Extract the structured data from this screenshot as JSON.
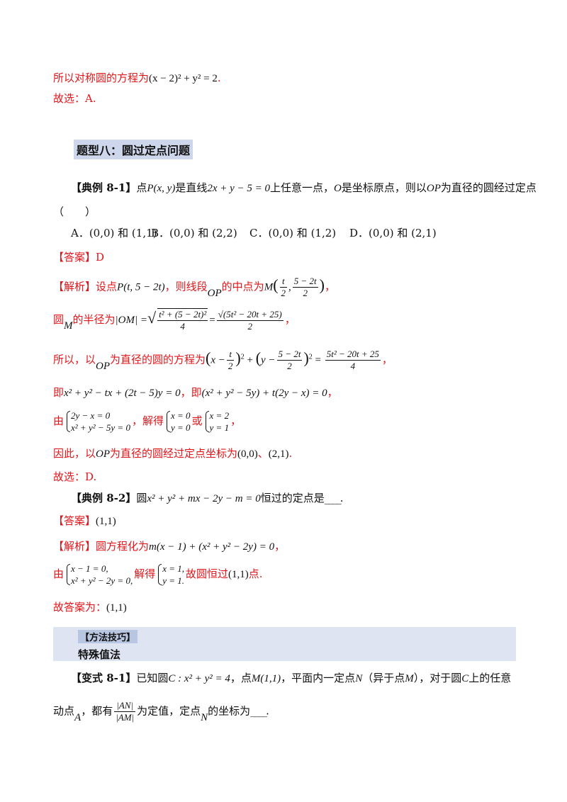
{
  "top": {
    "line1_text": "所以对称圆的方程为",
    "line1_math": "(x − 2)² + y² = 2",
    "line1_end": ".",
    "line2": "故选：A."
  },
  "heading": "题型八：圆过定点问题",
  "ex81": {
    "label": "【典例 8-1】",
    "t1": "点",
    "m1": "P(x, y)",
    "t2": "是直线",
    "m2": "2x + y − 5 = 0",
    "t3": "上任意一点，",
    "m3": "O",
    "t4": "是坐标原点，则以",
    "m4": "OP",
    "t5": "为直径的圆经过定点",
    "paren": "（　　）",
    "optA": "A．(0,0) 和 (1,1)",
    "optB": "B．(0,0) 和 (2,2)",
    "optC": "C．(0,0) 和 (1,2)",
    "optD": "D．(0,0) 和 (2,1)",
    "answer_label": "【答案】",
    "answer": "D",
    "sol_label": "【解析】",
    "s1_a": "设点",
    "s1_m": "P(t, 5 − 2t)",
    "s1_b": "，则线段",
    "s1_op": "OP",
    "s1_c": "的中点为",
    "s1_M": "M",
    "s1_fa_num": "t",
    "s1_fa_den": "2",
    "s1_fb_num": "5 − 2t",
    "s1_fb_den": "2",
    "s2_a": "圆",
    "s2_M": "M",
    "s2_b": "的半径为",
    "s2_om": "|OM| =",
    "s2_rad_num": "t² + (5 − 2t)²",
    "s2_rad_den": "4",
    "s2_eq": "=",
    "s2_f_num": "√(5t² − 20t + 25)",
    "s2_f_den": "2",
    "s2_end": "，",
    "s3_a": "所以，以",
    "s3_op": "OP",
    "s3_b": "为直径的圆的方程为",
    "s3_f1_num": "t",
    "s3_f1_den": "2",
    "s3_f2_num": "5 − 2t",
    "s3_f2_den": "2",
    "s3_r_num": "5t² − 20t + 25",
    "s3_r_den": "4",
    "s3_end": "，",
    "s4_a": "即",
    "s4_m1": "x² + y² − tx + (2t − 5)y = 0",
    "s4_b": "，即",
    "s4_m2": "(x² + y² − 5y) + t(2y − x) = 0",
    "s4_end": "，",
    "s5_a": "由",
    "s5_sys1": "2y − x = 0",
    "s5_sys2": "x² + y² − 5y = 0",
    "s5_b": "，解得",
    "s5_r1a": "x = 0",
    "s5_r1b": "y = 0",
    "s5_or": "或",
    "s5_r2a": "x = 2",
    "s5_r2b": "y = 1",
    "s5_end": "，",
    "s6_a": "因此，以",
    "s6_op": "OP",
    "s6_b": "为直径的圆经过定点坐标为",
    "s6_m1": "(0,0)",
    "s6_sep": "、",
    "s6_m2": "(2,1)",
    "s6_end": ".",
    "s7": "故选：D."
  },
  "ex82": {
    "label": "【典例 8-2】",
    "t1": "圆",
    "m1": "x² + y² + mx − 2y − m = 0",
    "t2": "恒过的定点是",
    "blank": "____",
    "end": ".",
    "answer_label": "【答案】",
    "answer": "(1,1)",
    "sol_label": "【解析】",
    "s1_a": "圆方程化为",
    "s1_m": "m(x − 1) + (x² + y² − 2y) = 0",
    "s1_end": "，",
    "s2_a": "由",
    "s2_sys1": "x − 1 = 0,",
    "s2_sys2": "x² + y² − 2y = 0,",
    "s2_b": "解得",
    "s2_r1": "x = 1,",
    "s2_r2": "y = 1.",
    "s2_c": "故圆恒过",
    "s2_m": "(1,1)",
    "s2_d": "点.",
    "s3_a": "故答案为：",
    "s3_m": "(1,1)"
  },
  "method": {
    "title": "【方法技巧】",
    "subtitle": "特殊值法"
  },
  "var81": {
    "label": "【变式 8-1】",
    "t1": "已知圆",
    "m1": "C : x² + y² = 4",
    "t2": "，点",
    "m2": "M(1,1)",
    "t3": "，平面内一定点",
    "m3": "N",
    "t4": "（异于点",
    "m4": "M",
    "t5": "），对于圆",
    "m5": "C",
    "t6": "上的任意",
    "l2_a": "动点",
    "l2_A": "A",
    "l2_b": "，都有",
    "l2_num": "|AN|",
    "l2_den": "|AM|",
    "l2_c": "为定值，定点",
    "l2_N": "N",
    "l2_d": "的坐标为",
    "blank": "____",
    "end": "."
  }
}
